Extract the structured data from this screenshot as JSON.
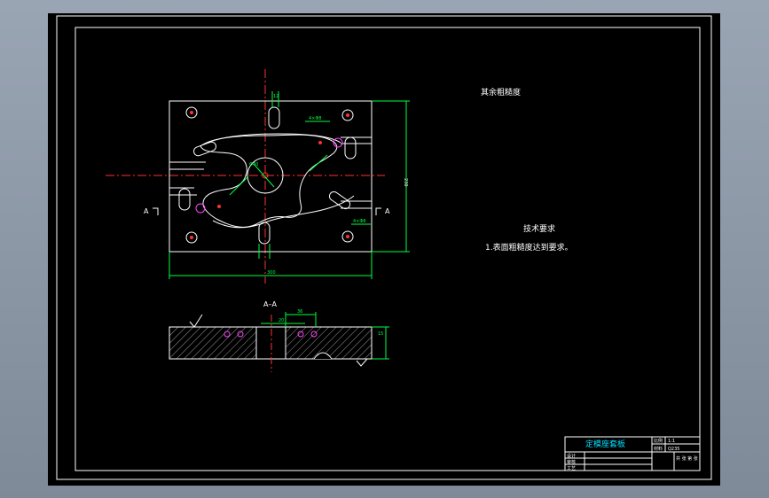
{
  "drawing": {
    "roughness_note": "其余粗糙度",
    "tech_req_title": "技术要求",
    "tech_req_item": "1.表面粗糙度达到要求。",
    "section_label": "A–A",
    "cut_left": "A",
    "cut_right": "A",
    "dims": {
      "overall_width": "300",
      "overall_height": "230",
      "top_small": "12",
      "right_small": "4×Φ8",
      "right_small2": "4×Φ8",
      "bore": "Φ40",
      "section_width": "36",
      "section_inner": "20",
      "section_thick": "15"
    }
  },
  "title_block": {
    "name": "定模座套板",
    "row1_left": "设计",
    "row2_left": "审核",
    "row3_left": "工艺",
    "scale_label": "比例",
    "scale_value": "1:1",
    "material_label": "材料",
    "material_value": "Q235",
    "sheet": "共 张 第 张"
  },
  "colors": {
    "background": "#000000",
    "frame": "#ffffff",
    "center_line": "#ff3030",
    "dimension": "#00ff40",
    "title_cyan": "#00e0ff",
    "hatch_magenta": "#ff40ff"
  }
}
